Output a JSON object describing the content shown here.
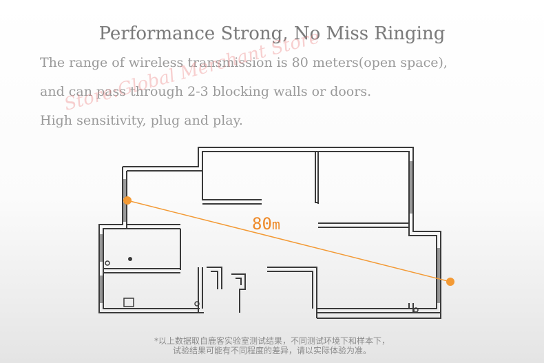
{
  "heading": {
    "title": "Performance Strong, No Miss Ringing",
    "line1": "The range of wireless transmission is 80 meters(open space),",
    "line2": "and can pass through 2-3 blocking walls or doors.",
    "line3": "High sensitivity, plug and play."
  },
  "watermark": "Store:Global Merchant Store",
  "diagram": {
    "range_value": "80",
    "range_unit": "m",
    "marker_color": "#f39a35",
    "wall_color": "#3a3a3a"
  },
  "footnote": {
    "line1": "*以上数据取自鹿客实验室测试结果，不同测试环境下和样本下，",
    "line2": "试验结果可能有不同程度的差异，请以实际体验为准。"
  }
}
